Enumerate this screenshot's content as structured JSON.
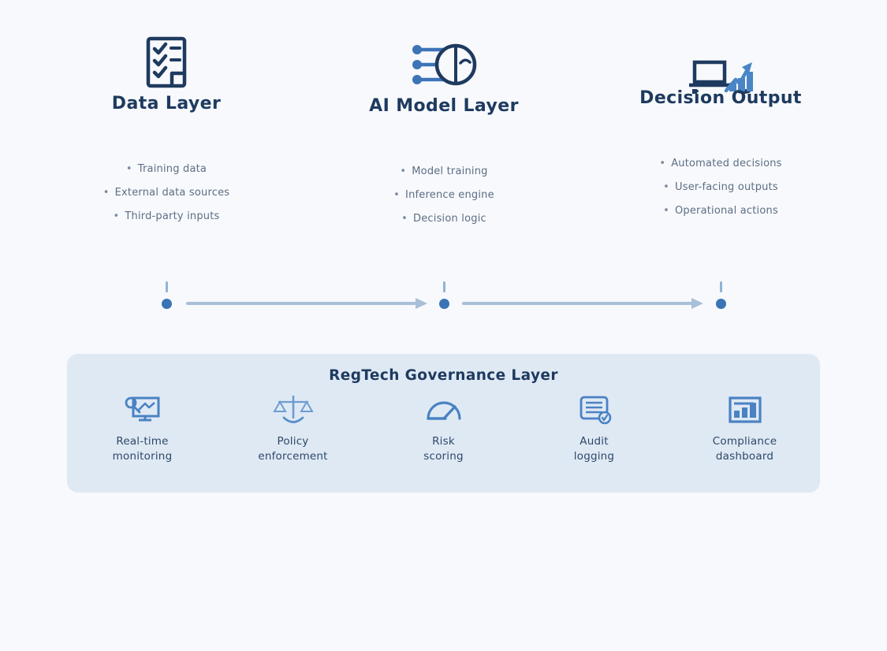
{
  "page": {
    "background_color": "#f7f9fc",
    "kind": "architecture-diagram"
  },
  "colors": {
    "navy": "#1e3a5f",
    "accent_blue": "#3d74b8",
    "icon_blue": "#4a82c3",
    "light_blue": "#6f9cd2",
    "arrow": "#a9bfd9",
    "node_dot": "#3b74b5",
    "panel_background": "#dfe9f4",
    "muted_text": "#5d6e85",
    "panel_label_text": "#2c4868"
  },
  "glyphs": {
    "bullet": "•"
  },
  "columns": [
    {
      "title": "Data Layer",
      "icon": "checklist-document-icon",
      "items": [
        "Training data",
        "External data sources",
        "Third-party inputs"
      ]
    },
    {
      "title": "AI Model Layer",
      "icon": "ai-model-inputs-icon",
      "items": [
        "Model training",
        "Inference engine",
        "Decision logic"
      ]
    },
    {
      "title": "Decision Output",
      "icon": "laptop-chart-icon",
      "items": [
        "Automated decisions",
        "User-facing outputs",
        "Operational actions"
      ]
    }
  ],
  "governance": {
    "title": "RegTech Governance Layer",
    "items": [
      {
        "label": "Real-time\nmonitoring",
        "icon": "monitor-magnifier-icon"
      },
      {
        "label": "Policy\nenforcement",
        "icon": "scales-icon"
      },
      {
        "label": "Risk\nscoring",
        "icon": "gauge-icon"
      },
      {
        "label": "Audit\nlogging",
        "icon": "document-check-icon"
      },
      {
        "label": "Compliance\ndashboard",
        "icon": "dashboard-bars-icon"
      }
    ]
  }
}
